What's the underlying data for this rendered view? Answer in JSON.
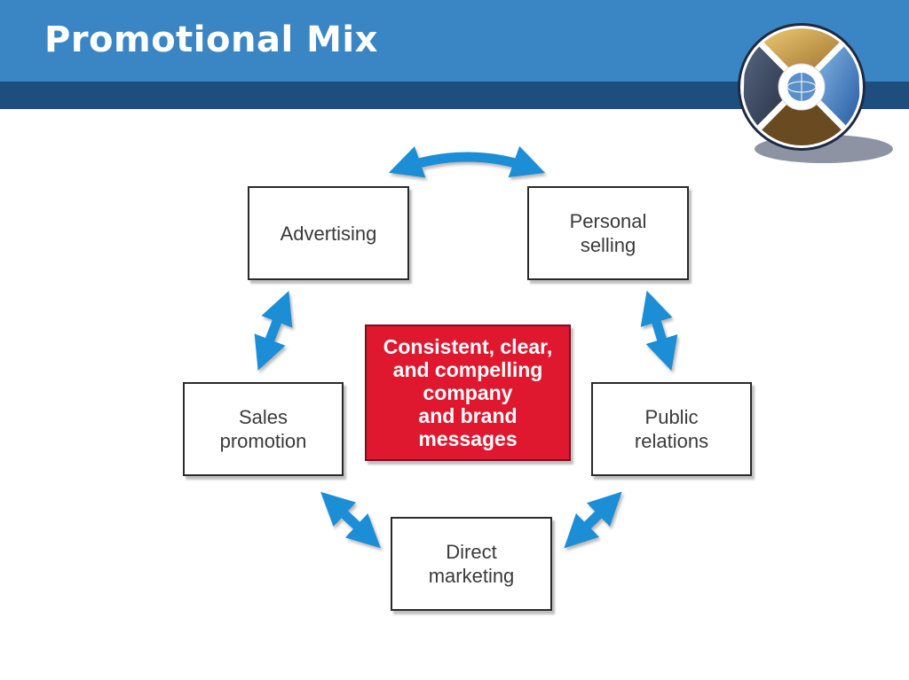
{
  "title": "Promotional Mix",
  "colors": {
    "header": "#3a86c4",
    "header_band": "#1e4e7c",
    "center_fill": "#e0182f",
    "arrow": "#1a8ed6"
  },
  "diagram": {
    "center": "Consistent, clear,\nand compelling\ncompany\nand brand\nmessages",
    "nodes": {
      "advertising": "Advertising",
      "personal_selling": "Personal\nselling",
      "sales_promotion": "Sales\npromotion",
      "public_relations": "Public\nrelations",
      "direct_marketing": "Direct\nmarketing"
    },
    "links": [
      [
        "advertising",
        "personal_selling"
      ],
      [
        "advertising",
        "sales_promotion"
      ],
      [
        "personal_selling",
        "public_relations"
      ],
      [
        "sales_promotion",
        "direct_marketing"
      ],
      [
        "public_relations",
        "direct_marketing"
      ]
    ]
  },
  "logo": {
    "icon": "globe-emblem-icon"
  }
}
